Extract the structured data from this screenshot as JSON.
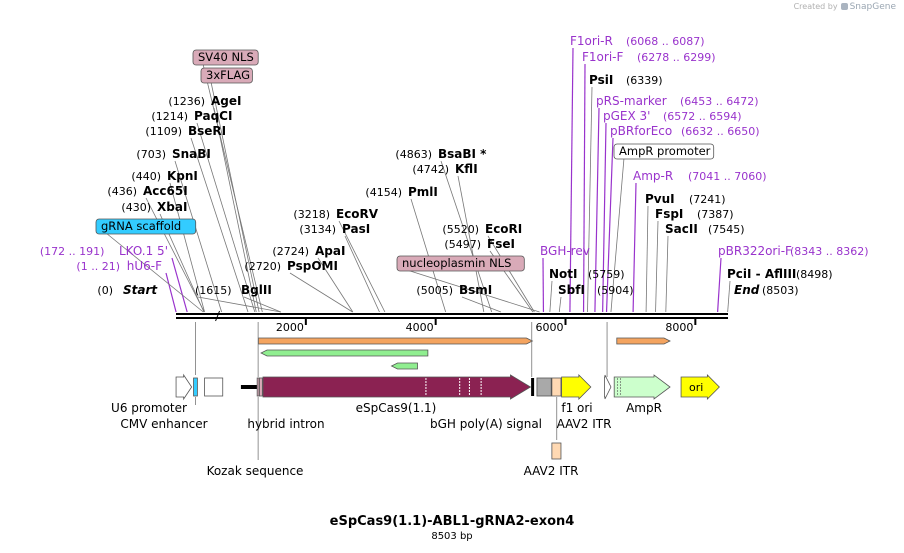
{
  "credit": {
    "prefix": "Created by",
    "brand": "SnapGene"
  },
  "map": {
    "name": "eSpCas9(1.1)-ABL1-gRNA2-exon4",
    "length_label": "8503 bp",
    "length_bp": 8503,
    "axis_ticks": [
      {
        "bp": 2000,
        "label": "2000"
      },
      {
        "bp": 4000,
        "label": "4000"
      },
      {
        "bp": 6000,
        "label": "6000"
      },
      {
        "bp": 8000,
        "label": "8000"
      }
    ]
  },
  "colors": {
    "enzyme": "#000000",
    "primer": "#9933cc",
    "cds_cas9": "#8b2252",
    "orf_orange": "#f4a460",
    "orf_green": "#90ee90",
    "ampr": "#ccffcc",
    "ori": "#ffff00",
    "polyA": "#a9a9a9",
    "itr": "#ffd9b3",
    "nls": "#d9aab8",
    "gRNA": "#33ccff"
  },
  "annotations": [
    {
      "bp": 1,
      "name": "Start",
      "loc": "(0)",
      "kind": "start"
    },
    {
      "bp": 1,
      "name": "hU6-F",
      "loc": "(1 .. 21)",
      "kind": "primer"
    },
    {
      "bp": 172,
      "name": "LKO.1 5'",
      "loc": "(172 .. 191)",
      "kind": "primer"
    },
    {
      "bp": 420,
      "name": "gRNA scaffold",
      "loc": "",
      "kind": "feature-cyan"
    },
    {
      "bp": 430,
      "name": "XbaI",
      "loc": "(430)",
      "kind": "enzyme"
    },
    {
      "bp": 436,
      "name": "Acc65I",
      "loc": "(436)",
      "kind": "enzyme"
    },
    {
      "bp": 440,
      "name": "KpnI",
      "loc": "(440)",
      "kind": "enzyme"
    },
    {
      "bp": 703,
      "name": "SnaBI",
      "loc": "(703)",
      "kind": "enzyme"
    },
    {
      "bp": 1109,
      "name": "BseRI",
      "loc": "(1109)",
      "kind": "enzyme"
    },
    {
      "bp": 1214,
      "name": "PaqCI",
      "loc": "(1214)",
      "kind": "enzyme"
    },
    {
      "bp": 1236,
      "name": "AgeI",
      "loc": "(1236)",
      "kind": "enzyme"
    },
    {
      "bp": 1280,
      "name": "3xFLAG",
      "loc": "",
      "kind": "feature-pink"
    },
    {
      "bp": 1330,
      "name": "SV40 NLS",
      "loc": "",
      "kind": "feature-pink"
    },
    {
      "bp": 1615,
      "name": "",
      "loc": "(1615)",
      "kind": "enzyme"
    },
    {
      "bp": 1615,
      "name": "BglII",
      "loc": "",
      "kind": "enzyme"
    },
    {
      "bp": 2720,
      "name": "PspOMI",
      "loc": "(2720)",
      "kind": "enzyme"
    },
    {
      "bp": 2724,
      "name": "ApaI",
      "loc": "(2724)",
      "kind": "enzyme"
    },
    {
      "bp": 3134,
      "name": "PasI",
      "loc": "(3134)",
      "kind": "enzyme"
    },
    {
      "bp": 3218,
      "name": "EcoRV",
      "loc": "(3218)",
      "kind": "enzyme"
    },
    {
      "bp": 4154,
      "name": "PmlI",
      "loc": "(4154)",
      "kind": "enzyme"
    },
    {
      "bp": 4742,
      "name": "KflI",
      "loc": "(4742)",
      "kind": "enzyme"
    },
    {
      "bp": 4863,
      "name": "BsaBI *",
      "loc": "(4863)",
      "kind": "enzyme"
    },
    {
      "bp": 5005,
      "name": "BsmI",
      "loc": "(5005)",
      "kind": "enzyme"
    },
    {
      "bp": 5497,
      "name": "FseI",
      "loc": "(5497)",
      "kind": "enzyme"
    },
    {
      "bp": 5520,
      "name": "EcoRI",
      "loc": "(5520)",
      "kind": "enzyme"
    },
    {
      "bp": 5600,
      "name": "nucleoplasmin NLS",
      "loc": "",
      "kind": "feature-pink"
    },
    {
      "bp": 5660,
      "name": "BGH-rev",
      "loc": "",
      "kind": "primer"
    },
    {
      "bp": 5759,
      "name": "NotI",
      "loc": "(5759)",
      "kind": "enzyme"
    },
    {
      "bp": 5904,
      "name": "SbfI",
      "loc": "(5904)",
      "kind": "enzyme"
    },
    {
      "bp": 6068,
      "name": "F1ori-R",
      "loc": "(6068 .. 6087)",
      "kind": "primer"
    },
    {
      "bp": 6278,
      "name": "F1ori-F",
      "loc": "(6278 .. 6299)",
      "kind": "primer"
    },
    {
      "bp": 6339,
      "name": "PsiI",
      "loc": "(6339)",
      "kind": "enzyme"
    },
    {
      "bp": 6453,
      "name": "pRS-marker",
      "loc": "(6453 .. 6472)",
      "kind": "primer"
    },
    {
      "bp": 6572,
      "name": "pGEX 3'",
      "loc": "(6572 .. 6594)",
      "kind": "primer"
    },
    {
      "bp": 6632,
      "name": "pBRforEco",
      "loc": "(6632 .. 6650)",
      "kind": "primer"
    },
    {
      "bp": 6700,
      "name": "AmpR promoter",
      "loc": "",
      "kind": "feature-white"
    },
    {
      "bp": 7041,
      "name": "Amp-R",
      "loc": "(7041 .. 7060)",
      "kind": "primer"
    },
    {
      "bp": 7241,
      "name": "PvuI",
      "loc": "(7241)",
      "kind": "enzyme"
    },
    {
      "bp": 7387,
      "name": "FspI",
      "loc": "(7387)",
      "kind": "enzyme"
    },
    {
      "bp": 7545,
      "name": "SacII",
      "loc": "(7545)",
      "kind": "enzyme"
    },
    {
      "bp": 8343,
      "name": "pBR322ori-F",
      "loc": "(8343 .. 8362)",
      "kind": "primer"
    },
    {
      "bp": 8498,
      "name": "PciI  -  AflIII",
      "loc": "(8498)",
      "kind": "enzyme"
    },
    {
      "bp": 8503,
      "name": "End",
      "loc": "(8503)",
      "kind": "end"
    }
  ],
  "features": [
    {
      "name": "U6 promoter",
      "start": 1,
      "end": 241
    },
    {
      "name": "CMV enhancer",
      "start": 440,
      "end": 720
    },
    {
      "name": "hybrid intron",
      "start": 1000,
      "end": 1250
    },
    {
      "name": "eSpCas9(1.1)",
      "start": 1300,
      "end": 5460
    },
    {
      "name": "bGH poly(A) signal",
      "start": 5560,
      "end": 5780
    },
    {
      "name": "f1 ori",
      "start": 5940,
      "end": 6390
    },
    {
      "name": "AAV2 ITR",
      "start": 5790,
      "end": 5930
    },
    {
      "name": "AmpR",
      "start": 6750,
      "end": 7610
    },
    {
      "name": "ori",
      "start": 7780,
      "end": 8370
    }
  ],
  "lower_labels": [
    {
      "name": "U6 promoter"
    },
    {
      "name": "CMV enhancer"
    },
    {
      "name": "hybrid intron"
    },
    {
      "name": "eSpCas9(1.1)"
    },
    {
      "name": "bGH poly(A) signal"
    },
    {
      "name": "f1 ori"
    },
    {
      "name": "AAV2 ITR"
    },
    {
      "name": "AmpR"
    },
    {
      "name": "Kozak sequence"
    },
    {
      "name": "AAV2 ITR"
    }
  ]
}
